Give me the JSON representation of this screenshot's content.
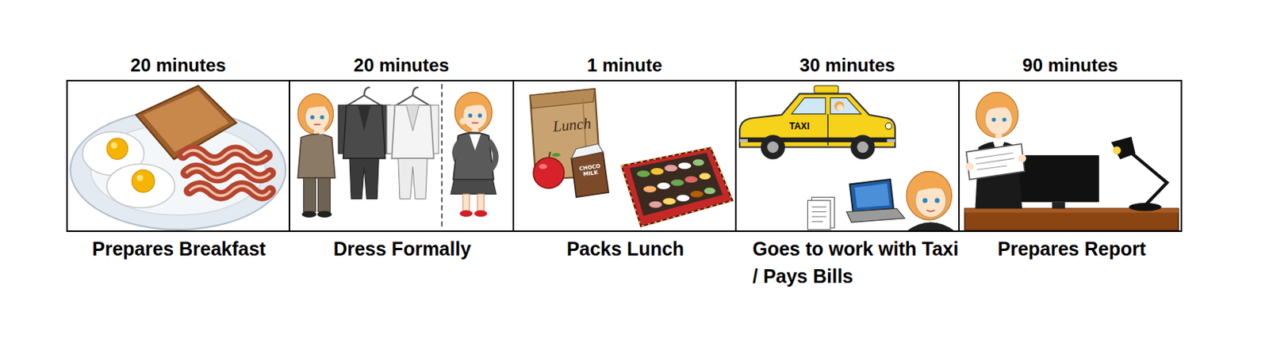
{
  "diagram": {
    "nodes": [
      {
        "text": [
          "20 minutes",
          "Prepares Breakfast"
        ]
      },
      {
        "text": [
          "20 minutes",
          "Dress Formally"
        ]
      },
      {
        "text": [
          "1 minute",
          "Packs Lunch"
        ]
      },
      {
        "text": [
          "30 minutes",
          "Goes to work with Taxi / Pays Bills"
        ]
      },
      {
        "text": [
          "90 minutes",
          "Prepares Report"
        ]
      }
    ],
    "labels": [
      "Lunch",
      "CHOCO MILK",
      "TAXI"
    ]
  }
}
